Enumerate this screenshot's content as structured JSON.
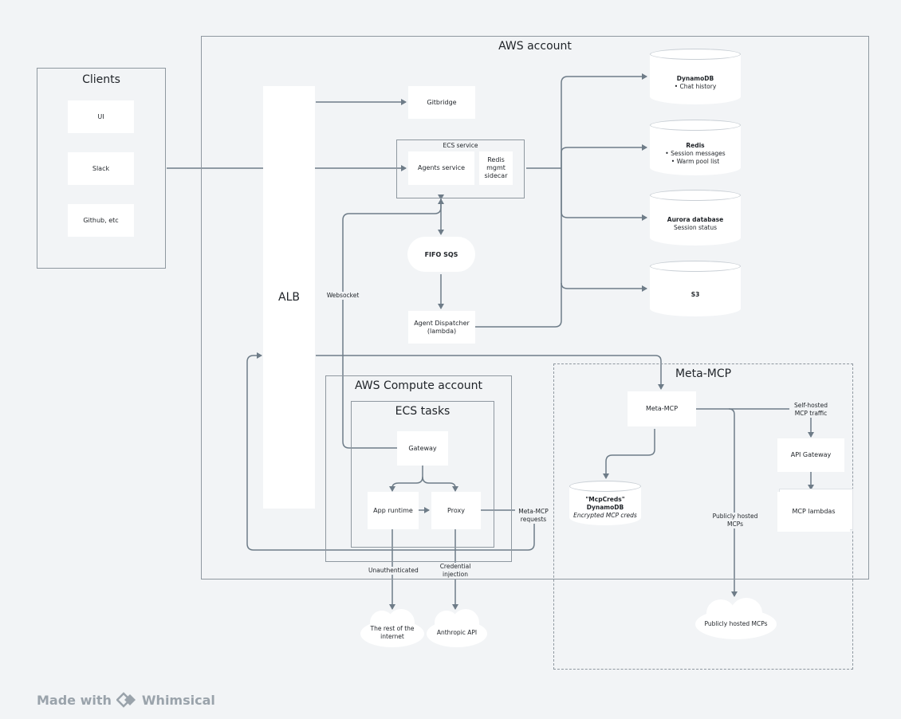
{
  "diagram": {
    "aws_account": {
      "title": "AWS account"
    },
    "clients": {
      "title": "Clients",
      "items": [
        "UI",
        "Slack",
        "Github, etc"
      ]
    },
    "alb": {
      "label": "ALB"
    },
    "gitbridge": {
      "label": "Gitbridge"
    },
    "ecs_service": {
      "title": "ECS service",
      "agents_service": "Agents service",
      "redis_sidecar": [
        "Redis",
        "mgmt",
        "sidecar"
      ]
    },
    "fifo_sqs": {
      "label": "FIFO SQS"
    },
    "agent_dispatcher": {
      "line1": "Agent Dispatcher",
      "line2": "(lambda)"
    },
    "datastores": {
      "dynamodb": {
        "name": "DynamoDB",
        "bullets": [
          "Chat history"
        ]
      },
      "redis": {
        "name": "Redis",
        "bullets": [
          "Session messages",
          "Warm pool list"
        ]
      },
      "aurora": {
        "name": "Aurora database",
        "sub": "Session status"
      },
      "s3": {
        "name": "S3"
      }
    },
    "websocket_label": "Websocket",
    "compute_account": {
      "title": "AWS Compute account",
      "ecs_tasks": {
        "title": "ECS tasks",
        "gateway": "Gateway",
        "app_runtime": "App runtime",
        "proxy": "Proxy"
      }
    },
    "meta_mcp_requests": {
      "line1": "Meta-MCP",
      "line2": "requests"
    },
    "unauthenticated_label": "Unauthenticated",
    "credential_injection": {
      "line1": "Credential",
      "line2": "injection"
    },
    "internet_cloud": {
      "line1": "The rest of the",
      "line2": "internet"
    },
    "anthropic_cloud": "Anthropic API",
    "meta_mcp": {
      "title": "Meta-MCP",
      "node": "Meta-MCP",
      "self_hosted": {
        "line1": "Self-hosted",
        "line2": "MCP traffic"
      },
      "api_gateway": "API Gateway",
      "mcp_lambdas": "MCP lambdas",
      "mcpcreds": {
        "name": "\"McpCreds\" DynamoDB",
        "sub": "Encrypted MCP creds"
      },
      "publicly_hosted_label": {
        "line1": "Publicly hosted",
        "line2": "MCPs"
      },
      "publicly_hosted_cloud": "Publicly hosted MCPs"
    }
  },
  "footer": {
    "prefix": "Made with",
    "brand": "Whimsical"
  },
  "colors": {
    "background": "#f2f4f6",
    "frame": "#8f98a0",
    "wire": "#6e7c88",
    "box": "#ffffff"
  }
}
